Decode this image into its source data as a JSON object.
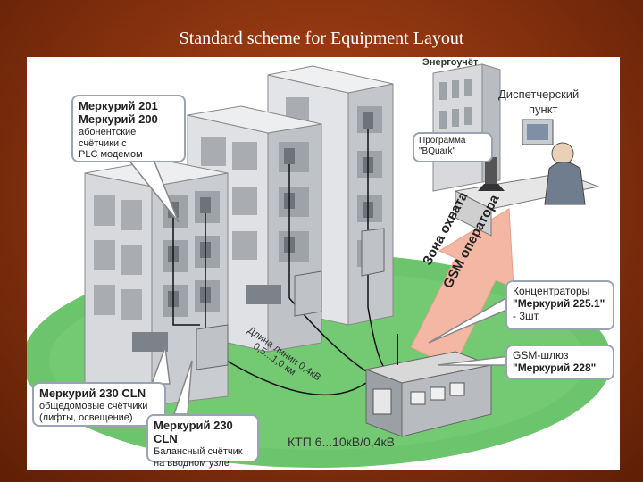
{
  "slide": {
    "title": "Standard scheme for Equipment Layout"
  },
  "diagram": {
    "energouchet": "Энергоучёт",
    "dispatch_line1": "Диспетчерский",
    "dispatch_line2": "пункт",
    "program_line1": "Программа",
    "program_line2": "\"BQuark\"",
    "gsm_zone_line1": "Зона охвата",
    "gsm_zone_line2": "GSM оператора",
    "line_length_line1": "Длина линии 0,4кВ",
    "line_length_line2": "0,5...1,0 км",
    "ktp": "КТП 6...10кВ/0,4кВ",
    "callout_mercury201": {
      "line1": "Меркурий 201",
      "line2": "Меркурий 200",
      "line3": "абонентские",
      "line4": "счётчики с",
      "line5": "PLC модемом"
    },
    "callout_concentrators": {
      "line1": "Концентраторы",
      "line2": "\"Меркурий 225.1\"",
      "line3": "- 3шт."
    },
    "callout_gsm": {
      "line1": "GSM-шлюз",
      "line2": "\"Меркурий 228\""
    },
    "callout_m230_common": {
      "line1": "Меркурий 230 CLN",
      "line2": "общедомовые счётчики",
      "line3": "(лифты, освещение)"
    },
    "callout_m230_balance": {
      "line1": "Меркурий 230 CLN",
      "line2": "Балансный счётчик",
      "line3": "на вводном узле дома"
    },
    "colors": {
      "ground": "#6cc46c",
      "arrow": "#f4b7a3",
      "building_wall": "#d7d9dc",
      "building_side": "#b9bcc1",
      "window": "#9ea3a8",
      "callout_border": "#9aa3b5"
    }
  }
}
